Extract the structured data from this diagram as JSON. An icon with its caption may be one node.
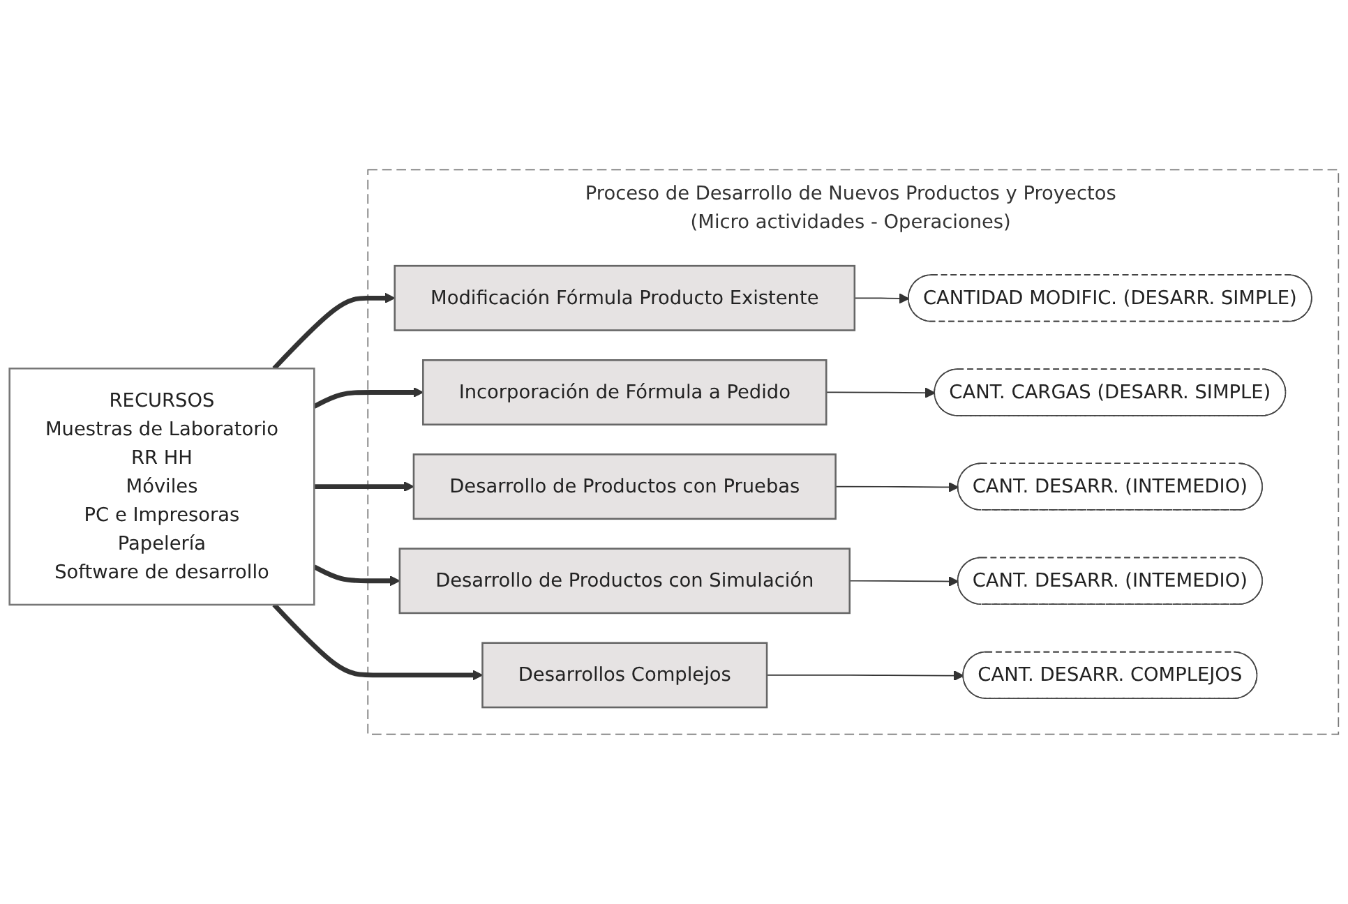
{
  "diagram": {
    "nodes": [
      {
        "text": [
          "RECURSOS",
          "Muestras de Laboratorio",
          "RR HH",
          "Móviles",
          "PC e Impresoras",
          "Papelería",
          "Software de desarrollo"
        ]
      },
      {
        "text": [
          "Proceso de Desarrollo de Nuevos Productos y Proyectos",
          "(Micro actividades - Operaciones)"
        ]
      },
      {
        "text": [
          "Modificación Fórmula Producto Existente"
        ],
        "in": 1
      },
      {
        "text": [
          "Incorporación de Fórmula a Pedido"
        ],
        "in": 1
      },
      {
        "text": [
          "Desarrollo de Productos  con Pruebas"
        ],
        "in": 1
      },
      {
        "text": [
          "Desarrollo de Productos con Simulación"
        ],
        "in": 1
      },
      {
        "text": [
          "Desarrollos Complejos"
        ],
        "in": 1
      },
      {
        "text": [
          "CANTIDAD MODIFIC. (DESARR. SIMPLE)"
        ],
        "in": 1
      },
      {
        "text": [
          "CANT. CARGAS (DESARR. SIMPLE)"
        ],
        "in": 1
      },
      {
        "text": [
          "CANT. DESARR. (INTEMEDIO)"
        ],
        "in": 1
      },
      {
        "text": [
          "CANT. DESARR. (INTEMEDIO)"
        ],
        "in": 1
      },
      {
        "text": [
          "CANT. DESARR. COMPLEJOS"
        ],
        "in": 1
      }
    ],
    "edges": [
      {
        "from": 0,
        "to": 2,
        "arrow": "to",
        "style": "thick"
      },
      {
        "from": 0,
        "to": 3,
        "arrow": "to",
        "style": "thick"
      },
      {
        "from": 0,
        "to": 4,
        "arrow": "to",
        "style": "thick"
      },
      {
        "from": 0,
        "to": 5,
        "arrow": "to",
        "style": "thick"
      },
      {
        "from": 0,
        "to": 6,
        "arrow": "to",
        "style": "thick"
      },
      {
        "from": 2,
        "to": 7,
        "arrow": "to"
      },
      {
        "from": 3,
        "to": 8,
        "arrow": "to"
      },
      {
        "from": 4,
        "to": 9,
        "arrow": "to"
      },
      {
        "from": 5,
        "to": 10,
        "arrow": "to"
      },
      {
        "from": 6,
        "to": 11,
        "arrow": "to"
      }
    ]
  }
}
